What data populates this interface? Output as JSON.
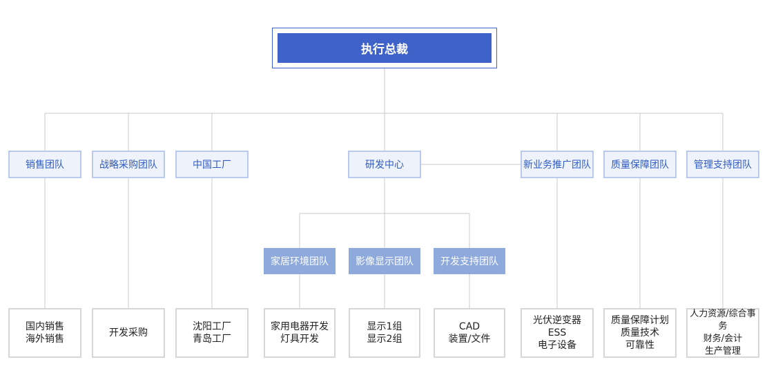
{
  "ceo": {
    "label": "执行总裁"
  },
  "departments": [
    {
      "label": "销售团队"
    },
    {
      "label": "战略采购团队"
    },
    {
      "label": "中国工厂"
    },
    {
      "label": "研发中心"
    },
    {
      "label": "新业务推广团队"
    },
    {
      "label": "质量保障团队"
    },
    {
      "label": "管理支持团队"
    }
  ],
  "rd_teams": [
    {
      "label": "家居环境团队"
    },
    {
      "label": "影像显示团队"
    },
    {
      "label": "开发支持团队"
    }
  ],
  "leaves": [
    {
      "lines": [
        "国内销售",
        "海外销售"
      ]
    },
    {
      "lines": [
        "开发采购"
      ]
    },
    {
      "lines": [
        "沈阳工厂",
        "青岛工厂"
      ]
    },
    {
      "lines": [
        "家用电器开发",
        "灯具开发"
      ]
    },
    {
      "lines": [
        "显示1组",
        "显示2组"
      ]
    },
    {
      "lines": [
        "CAD",
        "装置/文件"
      ]
    },
    {
      "lines": [
        "光伏逆变器",
        "ESS",
        "电子设备"
      ]
    },
    {
      "lines": [
        "质量保障计划",
        "质量技术",
        "可靠性"
      ]
    },
    {
      "lines": [
        "人力资源/综合事务",
        "财务/会计",
        "生产管理"
      ]
    }
  ],
  "colors": {
    "ceo": "#3f62c8",
    "dept_border": "#b9c9ee",
    "dept_text": "#2f5bc4",
    "team_fill": "#8ea9db",
    "connector": "#c8c8c8"
  }
}
